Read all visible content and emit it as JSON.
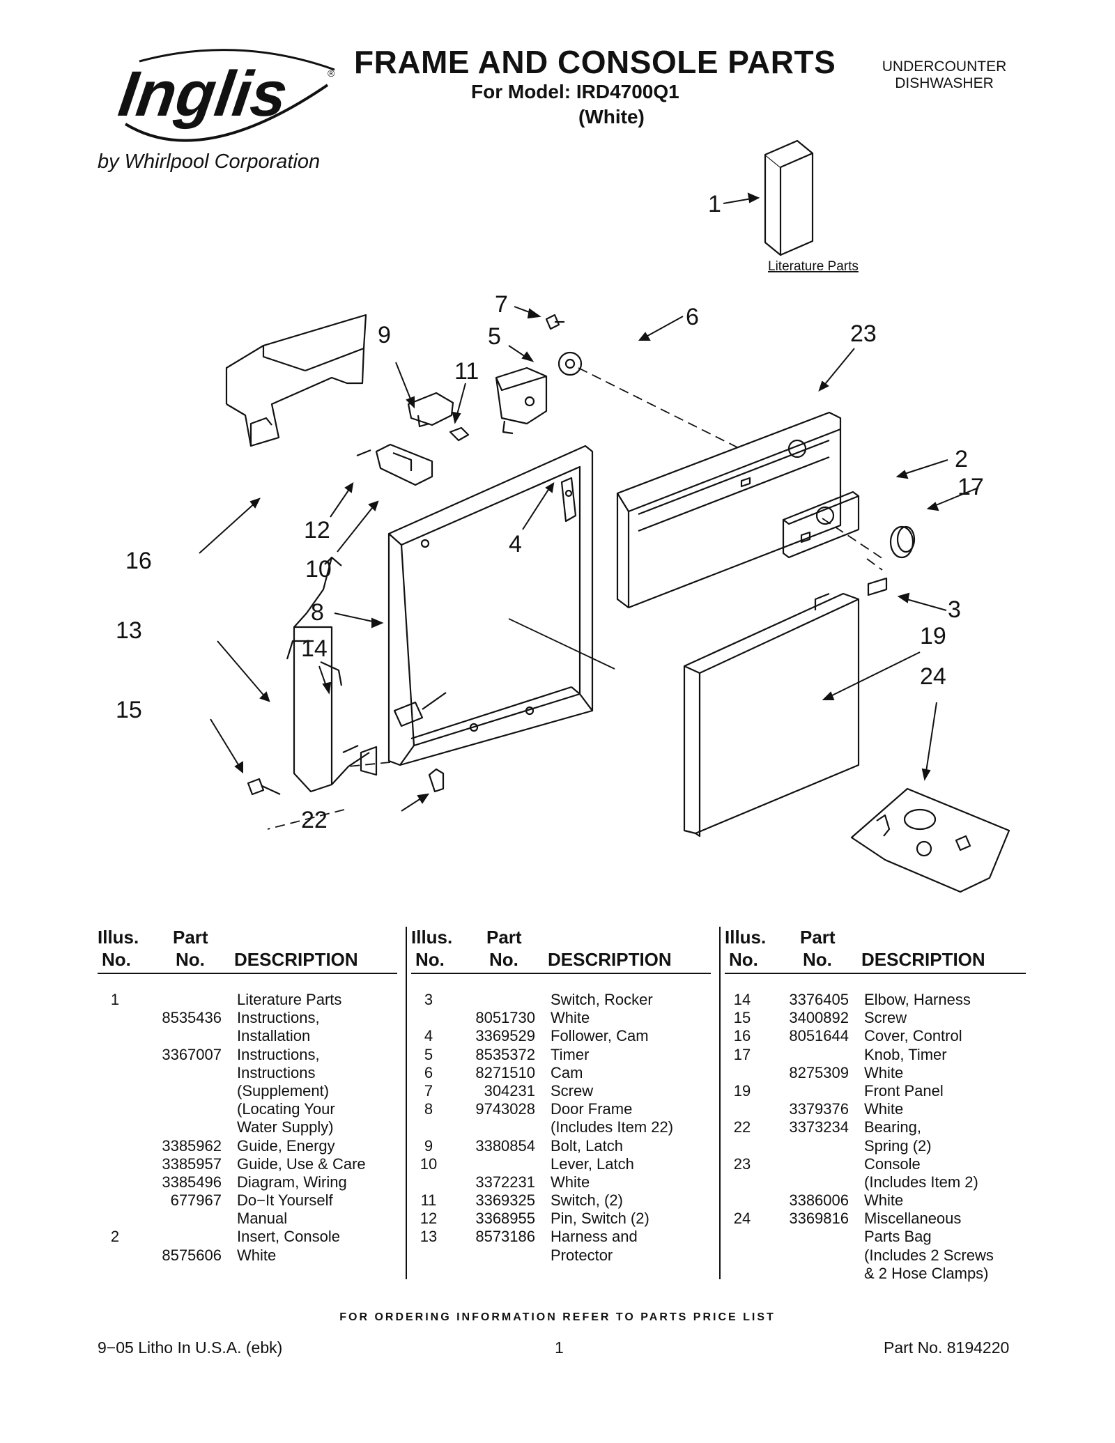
{
  "header": {
    "brand": "Inglis",
    "brand_mark": "®",
    "brand_sub": "by Whirlpool Corporation",
    "title": "FRAME AND CONSOLE PARTS",
    "model": "For Model: IRD4700Q1",
    "color": "(White)",
    "product_line1": "UNDERCOUNTER",
    "product_line2": "DISHWASHER"
  },
  "diagram": {
    "literature_label": "Literature Parts",
    "callouts": [
      "1",
      "7",
      "6",
      "9",
      "5",
      "11",
      "23",
      "2",
      "17",
      "16",
      "12",
      "4",
      "10",
      "8",
      "3",
      "13",
      "14",
      "19",
      "24",
      "15",
      "22"
    ]
  },
  "table": {
    "head": {
      "illus1": "Illus.",
      "illus2": "No.",
      "part1": "Part",
      "part2": "No.",
      "desc": "DESCRIPTION"
    },
    "columns": [
      [
        {
          "i": "1",
          "p": "",
          "d": "Literature Parts"
        },
        {
          "i": "",
          "p": "8535436",
          "d": "Instructions,"
        },
        {
          "i": "",
          "p": "",
          "d": "Installation"
        },
        {
          "i": "",
          "p": "3367007",
          "d": "Instructions,"
        },
        {
          "i": "",
          "p": "",
          "d": "Instructions"
        },
        {
          "i": "",
          "p": "",
          "d": "(Supplement)"
        },
        {
          "i": "",
          "p": "",
          "d": "(Locating Your"
        },
        {
          "i": "",
          "p": "",
          "d": "Water Supply)"
        },
        {
          "i": "",
          "p": "3385962",
          "d": "Guide, Energy"
        },
        {
          "i": "",
          "p": "3385957",
          "d": "Guide, Use & Care"
        },
        {
          "i": "",
          "p": "3385496",
          "d": "Diagram, Wiring"
        },
        {
          "i": "",
          "p": "677967",
          "d": "Do−It Yourself"
        },
        {
          "i": "",
          "p": "",
          "d": "Manual"
        },
        {
          "i": "2",
          "p": "",
          "d": "Insert, Console"
        },
        {
          "i": "",
          "p": "8575606",
          "d": "White"
        }
      ],
      [
        {
          "i": "3",
          "p": "",
          "d": "Switch, Rocker"
        },
        {
          "i": "",
          "p": "8051730",
          "d": "White"
        },
        {
          "i": "4",
          "p": "3369529",
          "d": "Follower, Cam"
        },
        {
          "i": "5",
          "p": "8535372",
          "d": "Timer"
        },
        {
          "i": "6",
          "p": "8271510",
          "d": "Cam"
        },
        {
          "i": "7",
          "p": "304231",
          "d": "Screw"
        },
        {
          "i": "8",
          "p": "9743028",
          "d": "Door Frame"
        },
        {
          "i": "",
          "p": "",
          "d": "(Includes Item 22)"
        },
        {
          "i": "9",
          "p": "3380854",
          "d": "Bolt, Latch"
        },
        {
          "i": "10",
          "p": "",
          "d": "Lever, Latch"
        },
        {
          "i": "",
          "p": "3372231",
          "d": "White"
        },
        {
          "i": "11",
          "p": "3369325",
          "d": "Switch, (2)"
        },
        {
          "i": "12",
          "p": "3368955",
          "d": "Pin, Switch (2)"
        },
        {
          "i": "13",
          "p": "8573186",
          "d": "Harness and"
        },
        {
          "i": "",
          "p": "",
          "d": "Protector"
        }
      ],
      [
        {
          "i": "14",
          "p": "3376405",
          "d": "Elbow, Harness"
        },
        {
          "i": "15",
          "p": "3400892",
          "d": "Screw"
        },
        {
          "i": "16",
          "p": "8051644",
          "d": "Cover, Control"
        },
        {
          "i": "17",
          "p": "",
          "d": "Knob, Timer"
        },
        {
          "i": "",
          "p": "8275309",
          "d": "White"
        },
        {
          "i": "19",
          "p": "",
          "d": "Front Panel"
        },
        {
          "i": "",
          "p": "3379376",
          "d": "White"
        },
        {
          "i": "22",
          "p": "3373234",
          "d": "Bearing,"
        },
        {
          "i": "",
          "p": "",
          "d": "Spring (2)"
        },
        {
          "i": "23",
          "p": "",
          "d": "Console"
        },
        {
          "i": "",
          "p": "",
          "d": "(Includes Item 2)"
        },
        {
          "i": "",
          "p": "3386006",
          "d": "White"
        },
        {
          "i": "24",
          "p": "3369816",
          "d": "Miscellaneous"
        },
        {
          "i": "",
          "p": "",
          "d": " Parts Bag"
        },
        {
          "i": "",
          "p": "",
          "d": "(Includes 2 Screws"
        },
        {
          "i": "",
          "p": "",
          "d": "& 2 Hose Clamps)"
        }
      ]
    ]
  },
  "footer": {
    "ordering": "FOR ORDERING INFORMATION REFER TO PARTS PRICE LIST",
    "left": "9−05 Litho In U.S.A. (ebk)",
    "page": "1",
    "part_no": "Part No. 8194220"
  }
}
